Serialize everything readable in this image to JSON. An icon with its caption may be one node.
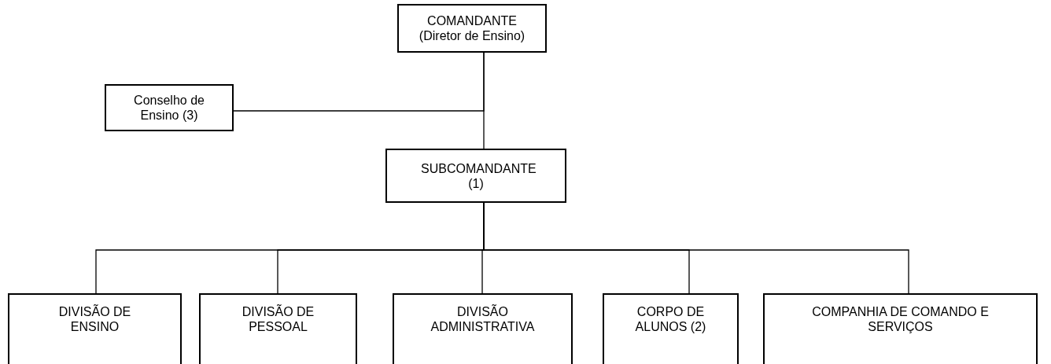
{
  "diagram": {
    "nodes": [
      {
        "text": [
          "COMANDANTE (Diretor de Ensino)"
        ]
      },
      {
        "text": [
          "Conselho de Ensino (3)"
        ]
      },
      {
        "text": [
          "SUBCOMANDANTE (1)"
        ]
      },
      {
        "text": [
          "DIVISÃO DE ENSINO"
        ]
      },
      {
        "text": [
          "DIVISÃO DE PESSOAL"
        ]
      },
      {
        "text": [
          "DIVISÃO ADMINISTRATIVA"
        ]
      },
      {
        "text": [
          "CORPO DE ALUNOS (2)"
        ]
      },
      {
        "text": [
          "COMPANHIA DE COMANDO E SERVIÇOS"
        ]
      }
    ],
    "edges": [
      {
        "from": 0,
        "to": 2,
        "arrow": "none"
      },
      {
        "from": 1,
        "to": 0,
        "arrow": "none"
      },
      {
        "from": 2,
        "to": 3,
        "arrow": "none"
      },
      {
        "from": 2,
        "to": 4,
        "arrow": "none"
      },
      {
        "from": 2,
        "to": 5,
        "arrow": "none"
      },
      {
        "from": 2,
        "to": 6,
        "arrow": "none"
      },
      {
        "from": 2,
        "to": 7,
        "arrow": "none"
      }
    ]
  }
}
